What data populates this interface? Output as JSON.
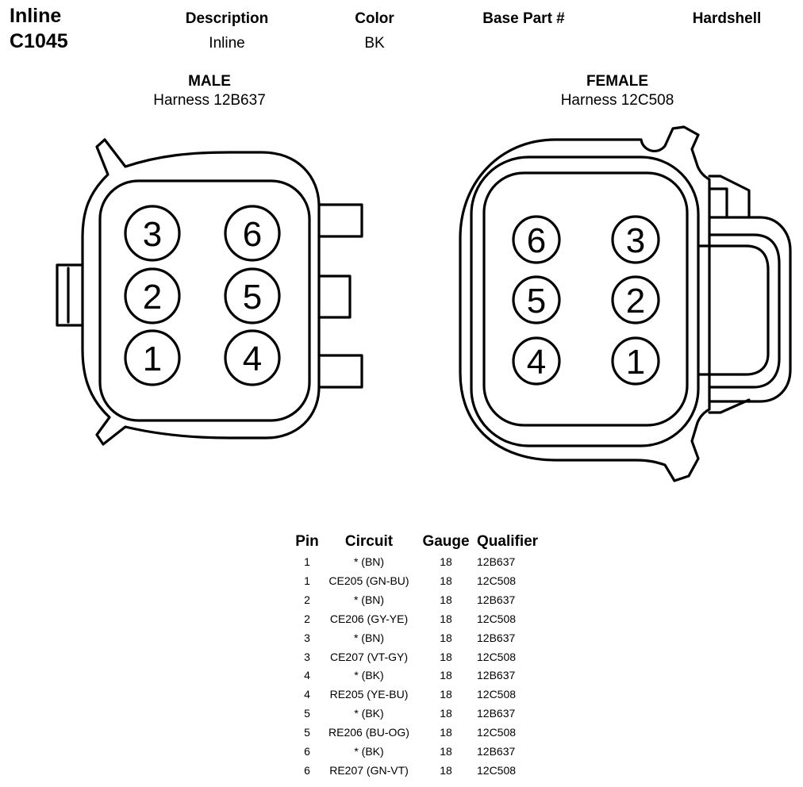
{
  "title": {
    "line1": "Inline",
    "line2": "C1045"
  },
  "info": {
    "description_label": "Description",
    "description_value": "Inline",
    "color_label": "Color",
    "color_value": "BK",
    "base_part_label": "Base Part #",
    "base_part_value": "",
    "hardshell_label": "Hardshell"
  },
  "male": {
    "label": "MALE",
    "harness": "Harness 12B637",
    "pins": [
      "3",
      "6",
      "2",
      "5",
      "1",
      "4"
    ]
  },
  "female": {
    "label": "FEMALE",
    "harness": "Harness 12C508",
    "pins": [
      "6",
      "3",
      "5",
      "2",
      "4",
      "1"
    ]
  },
  "table": {
    "headers": [
      "Pin",
      "Circuit",
      "Gauge",
      "Qualifier"
    ],
    "rows": [
      [
        "1",
        "* (BN)",
        "18",
        "12B637"
      ],
      [
        "1",
        "CE205 (GN-BU)",
        "18",
        "12C508"
      ],
      [
        "2",
        "* (BN)",
        "18",
        "12B637"
      ],
      [
        "2",
        "CE206 (GY-YE)",
        "18",
        "12C508"
      ],
      [
        "3",
        "* (BN)",
        "18",
        "12B637"
      ],
      [
        "3",
        "CE207 (VT-GY)",
        "18",
        "12C508"
      ],
      [
        "4",
        "* (BK)",
        "18",
        "12B637"
      ],
      [
        "4",
        "RE205 (YE-BU)",
        "18",
        "12C508"
      ],
      [
        "5",
        "* (BK)",
        "18",
        "12B637"
      ],
      [
        "5",
        "RE206 (BU-OG)",
        "18",
        "12C508"
      ],
      [
        "6",
        "* (BK)",
        "18",
        "12B637"
      ],
      [
        "6",
        "RE207 (GN-VT)",
        "18",
        "12C508"
      ]
    ]
  }
}
